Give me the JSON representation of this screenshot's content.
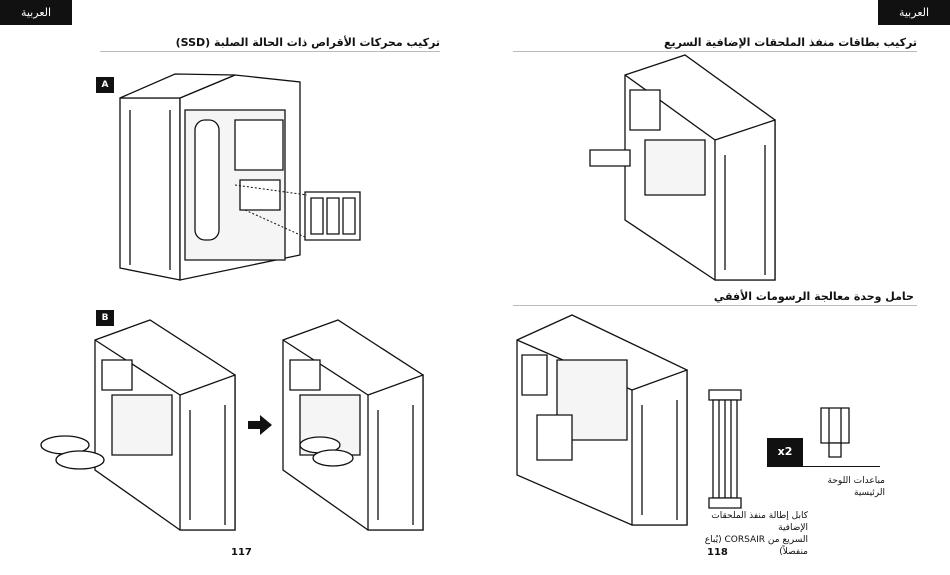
{
  "left_page": {
    "lang_tab": "العربية",
    "heading": "تركيب محركات الأقراص ذات الحالة الصلبة (SSD)",
    "step_a": "A",
    "step_b": "B",
    "page_number": "117"
  },
  "right_page": {
    "lang_tab": "العربية",
    "heading_top": "تركيب بطاقات منفذ الملحقات الإضافية السريع",
    "heading_middle": "حامل وحدة معالجة الرسومات الأفقي",
    "cable_caption_line1": "كابل إطالة منفذ الملحقات الإضافية",
    "cable_caption_line2": "السريع من CORSAIR (يُباع منفصلاً)",
    "standoff_caption": "مباعدات اللوحة الرئيسية",
    "quantity_badge": "x2",
    "page_number": "118"
  },
  "colors": {
    "tab_background": "#111111",
    "tab_text": "#ffffff",
    "rule": "#bbbbbb"
  }
}
